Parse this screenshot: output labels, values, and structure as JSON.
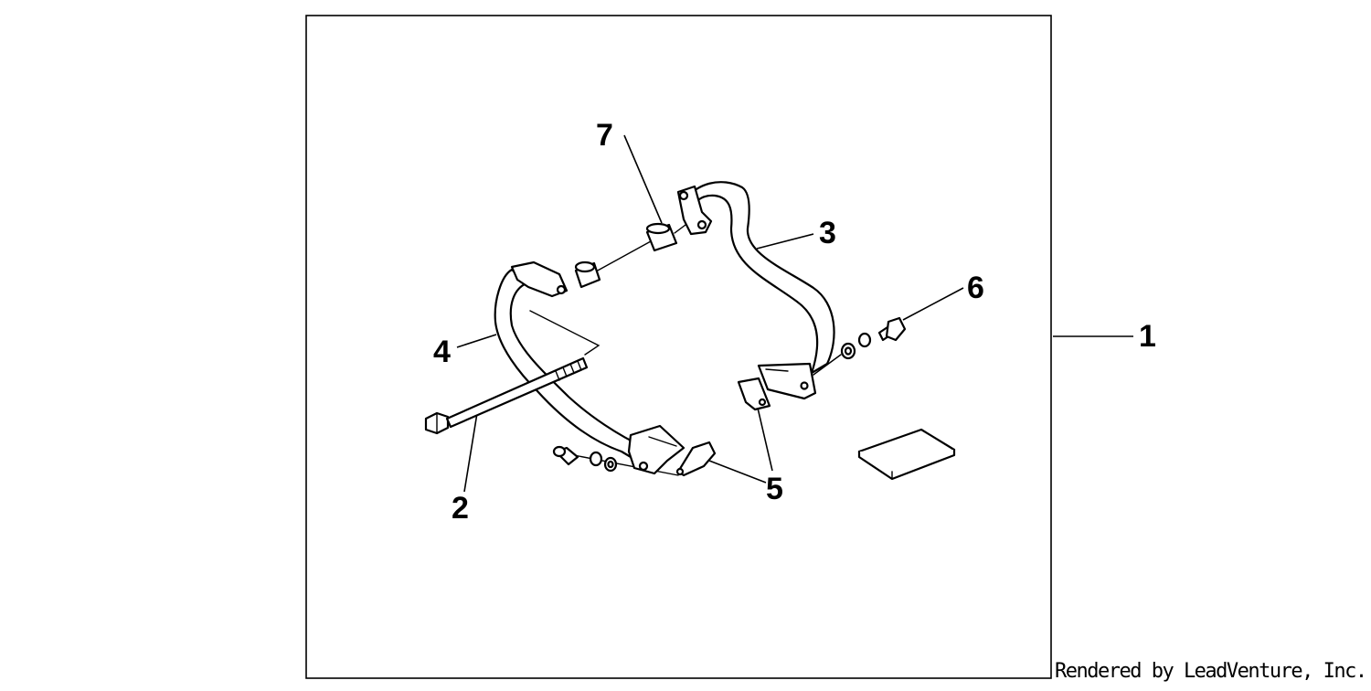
{
  "diagram": {
    "callouts": {
      "c1": "1",
      "c2": "2",
      "c3": "3",
      "c4": "4",
      "c5": "5",
      "c6": "6",
      "c7": "7"
    },
    "credit": "Rendered by LeadVenture, Inc.",
    "colors": {
      "line": "#000000",
      "background": "#ffffff"
    }
  }
}
